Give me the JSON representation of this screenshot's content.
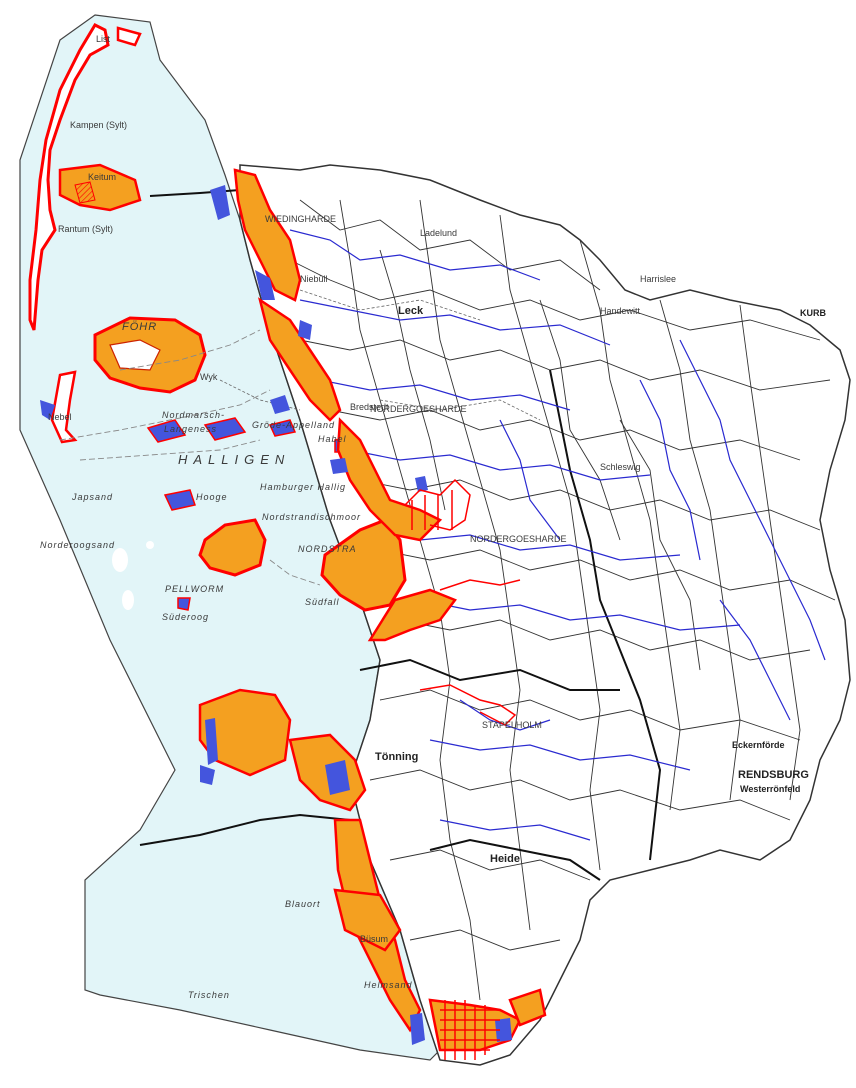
{
  "map": {
    "colors": {
      "sea": "#e2f5f8",
      "land": "#ffffff",
      "flood_area": "#f4a020",
      "dike_line": "#ff0000",
      "water_body": "#4455dd",
      "rivers": "#2a2ad0",
      "boundaries": "#222222",
      "roads": "#555555"
    },
    "labels": {
      "kampen": "Kampen (Sylt)",
      "list": "List",
      "keitum": "Keitum",
      "rantum": "Rantum (Sylt)",
      "foehr": "FÖHR",
      "wyk": "Wyk",
      "amrum_nebel": "Nebel",
      "wiedingharde": "WIEDINGHARDE",
      "niebuell": "Niebüll",
      "leck": "Leck",
      "husum_north": "Bredstedt",
      "ladelund": "Ladelund",
      "nordmarsch": "Nordmarsch-",
      "langeness": "Langeness",
      "groede": "Gröde-Appelland",
      "habel": "Habel",
      "halligen": "HALLIGEN",
      "hamburger_hallig": "Hamburger Hallig",
      "japsand": "Japsand",
      "hooge": "Hooge",
      "nordstrandischmoor": "Nordstrandischmoor",
      "nordstrand": "NORDSTRA",
      "pellworm": "PELLWORM",
      "sudfall": "Südfall",
      "suderoog": "Süderoog",
      "norderhever": "Norderoogsand",
      "nordergoesharde": "NORDERGOESHARDE",
      "nordergoesharde2": "NORDERGOESHARDE",
      "tonning": "Tönning",
      "heide": "Heide",
      "buesum": "Büsum",
      "blauort": "Blauort",
      "trischen": "Trischen",
      "helmsand": "Helmsand",
      "rendsburg": "RENDSBURG",
      "eckernfoerde": "Eckernförde",
      "westerroenfeld": "Westerrönfeld",
      "flensburg_area": "Handewitt",
      "harrislee": "Harrislee",
      "schleswig": "Schleswig",
      "stapelholm": "STAPELHOLM",
      "kuerbis": "KURB"
    }
  }
}
